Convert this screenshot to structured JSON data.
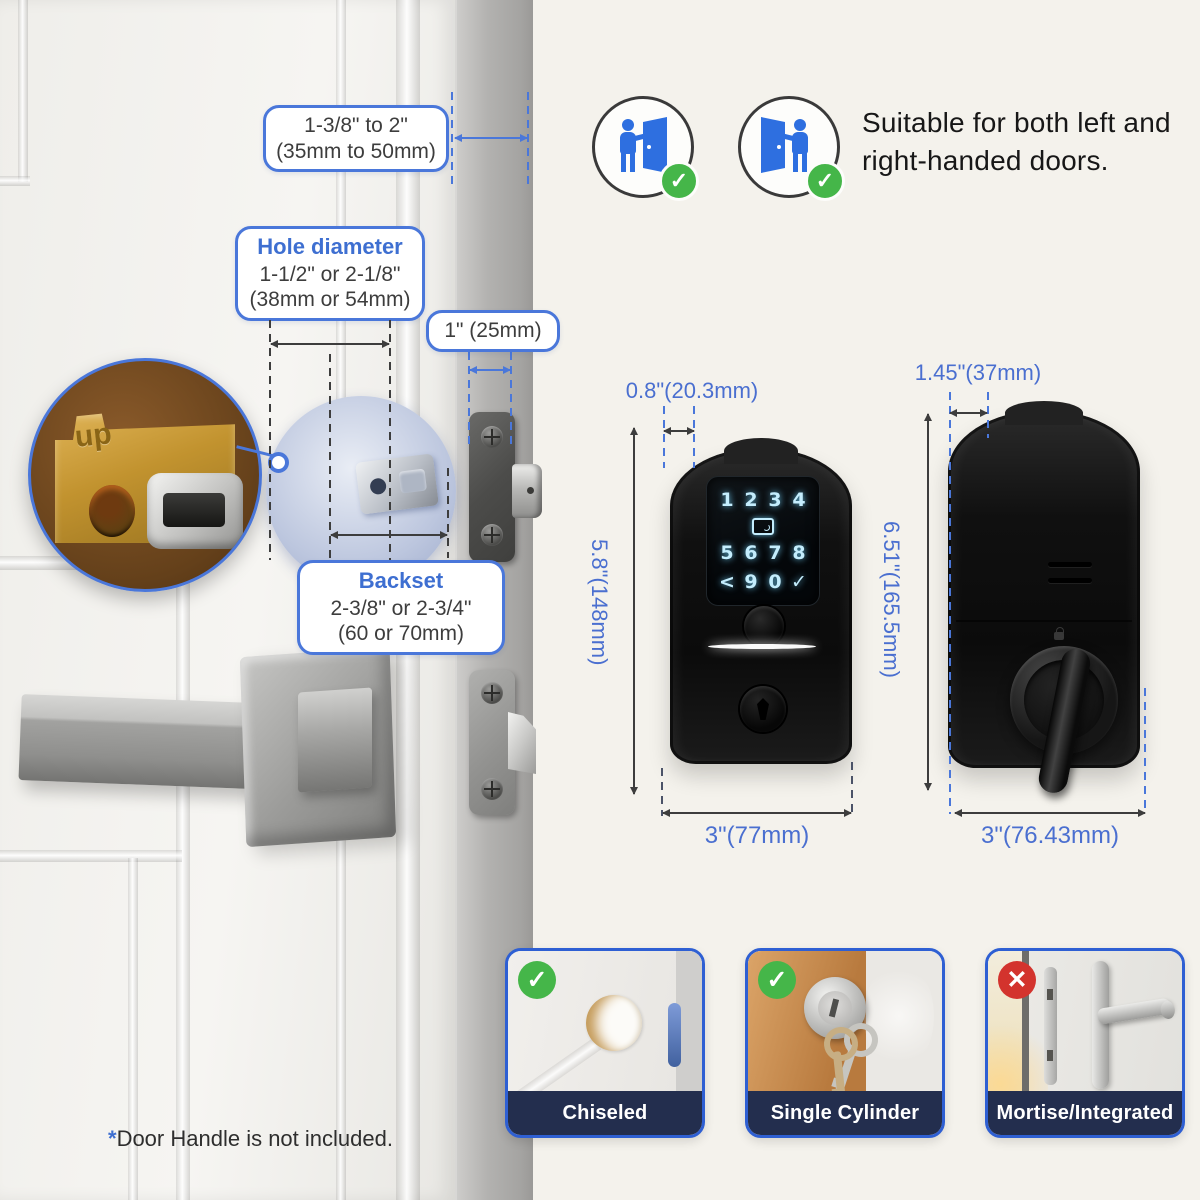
{
  "colors": {
    "accent_blue": "#3e6fd1",
    "check_green": "#45b649",
    "cross_red": "#d3332d",
    "card_label_bg": "#232e4e",
    "keypad_glow": "#c4edfd"
  },
  "callouts": {
    "door_thickness": {
      "line1": "1-3/8\" to 2\"",
      "line2": "(35mm to 50mm)"
    },
    "hole_diameter": {
      "title": "Hole diameter",
      "line1": "1-1/2\" or 2-1/8\"",
      "line2": "(38mm or 54mm)"
    },
    "edge_plate": {
      "label": "1\" (25mm)"
    },
    "backset": {
      "title": "Backset",
      "line1": "2-3/8\" or 2-3/4\"",
      "line2": "(60 or 70mm)"
    }
  },
  "handedness": {
    "line1": "Suitable for both left and",
    "line2": "right-handed doors."
  },
  "front_lock": {
    "keypad_keys": [
      "1",
      "2",
      "3",
      "4",
      "5",
      "6",
      "7",
      "8",
      "<",
      "9",
      "0",
      "✓"
    ],
    "dim_top": "0.8\"(20.3mm)",
    "dim_height": "5.8\"(148mm)",
    "dim_width": "3\"(77mm)"
  },
  "back_lock": {
    "dim_top": "1.45\"(37mm)",
    "dim_height": "6.51\"(165.5mm)",
    "dim_width": "3\"(76.43mm)"
  },
  "latch_closeup": {
    "embossed_text": "up"
  },
  "cards": [
    {
      "label": "Chiseled",
      "status": "compatible",
      "badge": "✓"
    },
    {
      "label": "Single Cylinder",
      "status": "compatible",
      "badge": "✓"
    },
    {
      "label": "Mortise/Integrated",
      "status": "not-compatible",
      "badge": "✕"
    }
  ],
  "footnote": {
    "star": "*",
    "text": "Door Handle is not included."
  }
}
